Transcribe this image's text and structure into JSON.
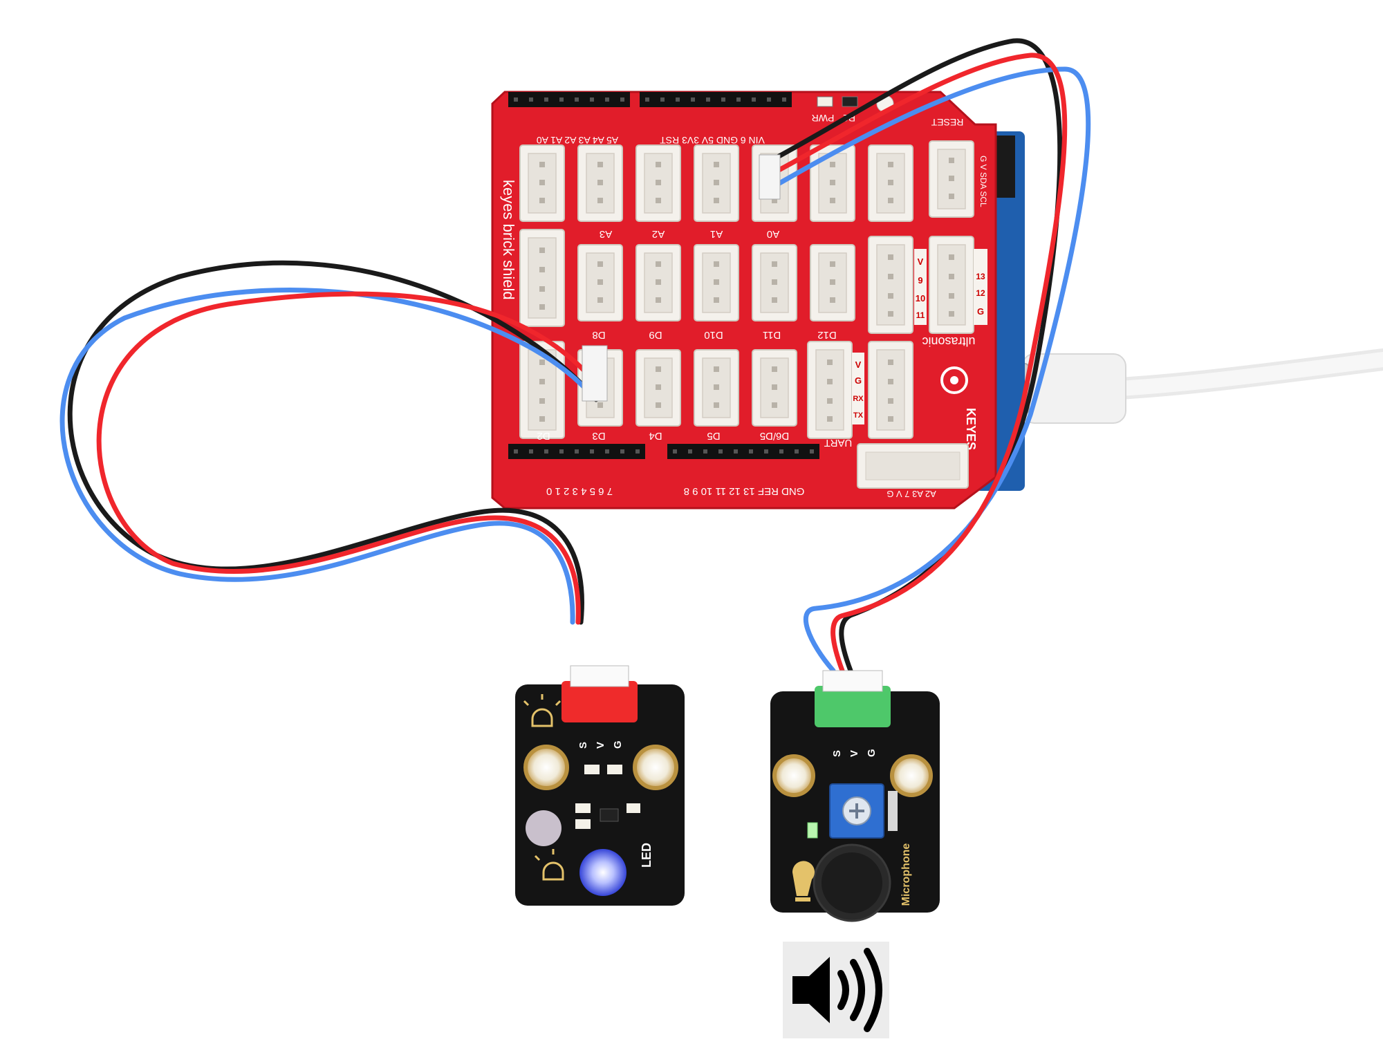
{
  "shield": {
    "brand_text": "keyes brick shield",
    "logo_text": "KEYES",
    "ultrasonic_label": "ultrasonic",
    "uart_label": "UART",
    "reset_label": "RESET",
    "pwr_label": "PWR",
    "r1_label": "R1",
    "analog_header_labels": "A5 A4 A3 A2 A1 A0",
    "power_header_labels": "VIN 6 GND 5V 3V3 RST",
    "digital_header_labels_left": "7 6 5 4 3 2 1 0",
    "digital_header_labels_right": "GND REF 13 12 11 10 9 8",
    "bottom_port_labels": "A2 A3 7 V G",
    "analog_ports": [
      "A3",
      "A2",
      "A1",
      "A0"
    ],
    "pwm_ports": [
      "D8",
      "D9",
      "D10",
      "D11",
      "D12"
    ],
    "digital_ports": [
      "D2",
      "D3",
      "D4",
      "D5",
      "D6/D5"
    ],
    "right_block_labels": [
      "V",
      "G",
      "13",
      "12",
      "11",
      "10",
      "9"
    ],
    "i2c_labels": "G V SDA SCL",
    "uart_pin_labels": [
      "V",
      "G",
      "RX",
      "TX"
    ]
  },
  "led_module": {
    "pin_labels": [
      "S",
      "V",
      "G"
    ],
    "name_label": "LED"
  },
  "mic_module": {
    "pin_labels": [
      "S",
      "V",
      "G"
    ],
    "name_label": "Microphone"
  },
  "colors": {
    "board_red": "#e11d2a",
    "module_black": "#141414",
    "wire_red": "#f0262c",
    "wire_blue": "#4c8df0",
    "wire_black": "#1a1a1a",
    "connector_red": "#ef2b2b",
    "connector_green": "#4ec86a",
    "pot_blue": "#2f6fd1",
    "led_blue": "#6b7bff"
  },
  "icons": {
    "sound": "speaker-sound-icon",
    "usb": "usb-cable"
  }
}
